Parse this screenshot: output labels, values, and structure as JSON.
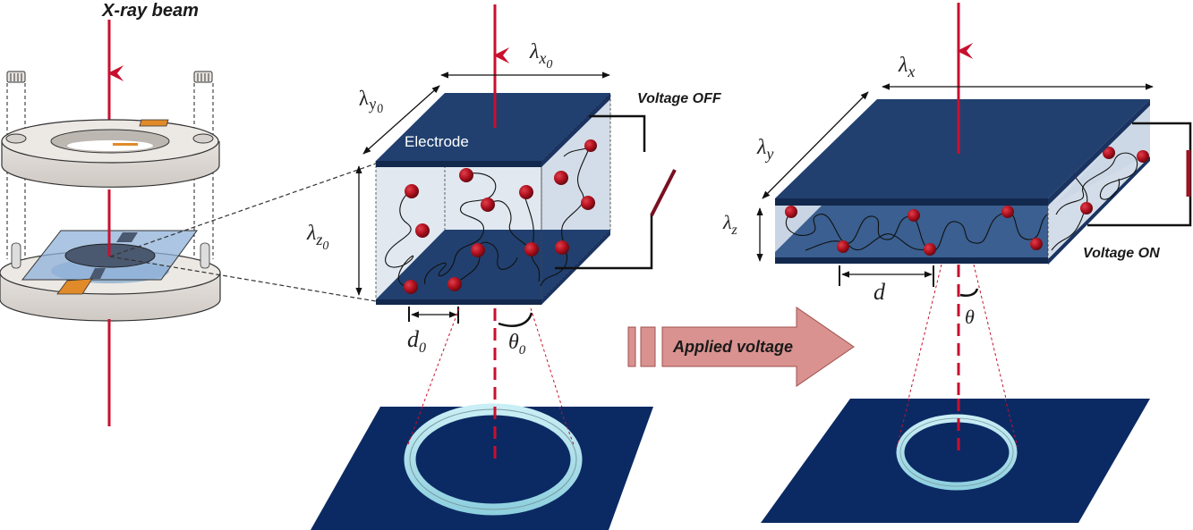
{
  "title": "X-ray scattering under applied voltage schematic",
  "labels": {
    "xray_beam": "X-ray beam",
    "electrode": "Electrode",
    "voltage_off": "Voltage OFF",
    "voltage_on": "Voltage ON",
    "applied_voltage": "Applied voltage"
  },
  "dimensions_off": {
    "lambda_x": "λ",
    "lambda_x_sub": "x",
    "lambda_x_sub2": "0",
    "lambda_y": "λ",
    "lambda_y_sub": "y",
    "lambda_y_sub2": "0",
    "lambda_z": "λ",
    "lambda_z_sub": "z",
    "lambda_z_sub2": "0",
    "spacing": "d",
    "spacing_sub": "0",
    "angle": "θ",
    "angle_sub": "0"
  },
  "dimensions_on": {
    "lambda_x": "λ",
    "lambda_x_sub": "x",
    "lambda_y": "λ",
    "lambda_y_sub": "y",
    "lambda_z": "λ",
    "lambda_z_sub": "z",
    "spacing": "d",
    "angle": "θ"
  },
  "colors": {
    "beam": "#c8102e",
    "electrode": "#1f3a68",
    "detector": "#0b2a63",
    "ring": "#a8dde8",
    "particle": "#b0101e",
    "arrow_fill": "#d9928f",
    "arrow_stroke": "#a0504c",
    "cell_side": "#d8e2ee"
  }
}
